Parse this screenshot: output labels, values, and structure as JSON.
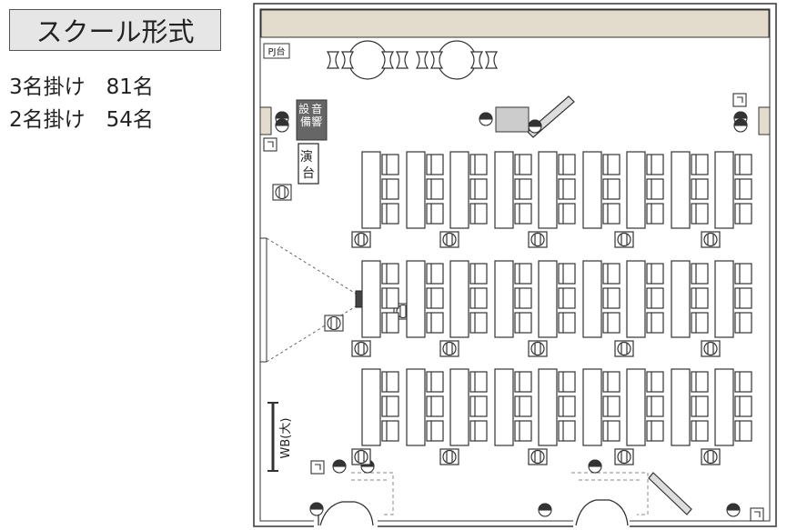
{
  "title": "スクール形式",
  "capacity": [
    {
      "seating": "3名掛け",
      "count": "81名"
    },
    {
      "seating": "2名掛け",
      "count": "54名"
    }
  ],
  "labels": {
    "projector_stand": "PJ台",
    "sound_equipment": "音響設備",
    "podium": "演台",
    "whiteboard": "WB(大)"
  },
  "layout": {
    "table_rows": 3,
    "table_columns": 9,
    "chairs_per_table": 3
  },
  "colors": {
    "line": "#333333",
    "wall_fill": "#e3dccd",
    "equipment_fill": "#666666",
    "podium_fill": "#444444"
  }
}
